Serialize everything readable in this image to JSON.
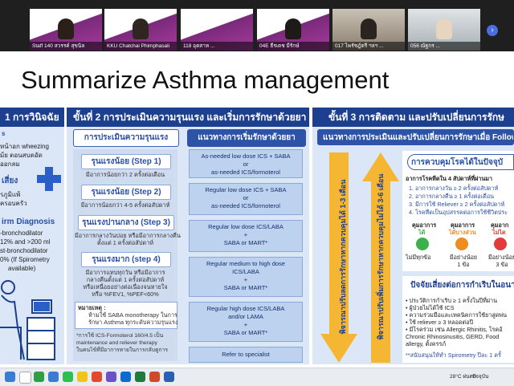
{
  "video_strip": {
    "participants": [
      {
        "name": "Staff 140 สวรรค์ สุขนิล"
      },
      {
        "name": "KKU Chatchai Phimphasali"
      },
      {
        "name": "118 อุตสาห ..."
      },
      {
        "name": "04E ธีรเดช มีรักษ์"
      },
      {
        "name": "017 ไพรัชฎ์ตรี ฯลฯ ..."
      },
      {
        "name": "056 ณัฐกร ..."
      }
    ],
    "next_icon": "›"
  },
  "slide": {
    "title": "Summarize Asthma management",
    "steps": {
      "step1": "1 การวินิจฉัย",
      "step2": "ขั้นที่ 2 การประเมินความรุนแรง และเริ่มการรักษาด้วยยา",
      "step3": "ขั้นที่ 3 การติดตาม และปรับเปลี่ยนการรักษ"
    },
    "step1_panel": {
      "items": [
        "s",
        "หน้าอก wheezing",
        "ม้ย ตอนสบดอัด",
        "ออกลม",
        "เสี่ยง",
        "รภูมิแพ้",
        "ครอบครัว"
      ],
      "diagnosis_title": "irm Diagnosis",
      "diagnosis_lines": [
        "-bronchodilator",
        "12% and >200 ml",
        "st-bronchodilator",
        "0% (If Spirometry",
        "available)"
      ]
    },
    "step2_panel": {
      "severity_header": "การประเมินความรุนแรง",
      "treatment_header": "แนวทางการเริ่มรักษาด้วยยา",
      "severity_levels": [
        {
          "label": "รุนแรงน้อย (Step 1)",
          "desc": [
            "มีอาการน้อยกว่า 2 ครั้งต่อเดือน"
          ]
        },
        {
          "label": "รุนแรงน้อย (Step 2)",
          "desc": [
            "มีอาการน้อยกว่า 4-5 ครั้งต่อสัปดาห์"
          ]
        },
        {
          "label": "รุนแรงปานกลาง (Step 3)",
          "desc": [
            "มีอาการกลางวันบ่อย หรือมีอาการกลางคืน",
            "ตั้งแต่ 1 ครั้งต่อสัปดาห์"
          ]
        },
        {
          "label": "รุนแรงมาก (step 4)",
          "desc": [
            "มีอาการแทบทุกวัน หรือมีอาการ",
            "กลางคืนตั้งแต่ 1 ครั้งต่อสัปดาห์",
            "หรือเหนื่อยอย่างต่อเนื่องจนหายใจ",
            "หรือ %FEV1, %PEF<60%"
          ]
        }
      ],
      "note_title": "หมายเหตุ :",
      "note_lines": [
        "ห้ามใช้ SABA monotherapy ในการ",
        "รักษา Asthma ทุกระดับความรุนแรง"
      ],
      "footnote": [
        "*การใช้ ICS-Formoterol 160/4.5 เป็น",
        "maintenance and reliever therapy",
        "ในคนไข้ที่มีอาการหายในการกลับดูการ"
      ],
      "treatments": [
        [
          "As-needed low dose ICS + SABA",
          "or",
          "as-needed ICS/formoterol"
        ],
        [
          "Regular low dose ICS + SABA",
          "or",
          "as-needed ICS/formoterol"
        ],
        [
          "Regular low dose ICS/LABA",
          "+",
          "SABA or MART*"
        ],
        [
          "Regular medium to high dose",
          "ICS/LABA",
          "+",
          "SABA or MART*"
        ],
        [
          "Regular high dose ICS/LABA",
          "and/or LAMA",
          "+",
          "SABA or MART*"
        ],
        [
          "Refer to specialist"
        ]
      ]
    },
    "step3_panel": {
      "header": "แนวทางการประเมินและปรับเปลี่ยนการรักษาเมื่อ Follow",
      "arrow_down_text": "พิจารณาปรับลดการรักษาหากควบคุมได้ 1-3 เดือน",
      "arrow_up_text": "พิจารณาปรับเพิ่มการรักษาหากควบคุมไม่ได้ 3-6 เดือน",
      "control_header": "การควบคุมโรคได้ในปัจจุบั",
      "control_subheader": "อาการโรคหืดใน 4 สัปดาห์ที่ผ่านมา",
      "control_items": [
        "1. อาการกลางวัน ≥ 2 ครั้งต่อสัปดาห์",
        "2. อาการกลางคืน ≥ 1 ครั้งต่อเดือน",
        "3. มีการใช้ Reliever ≥ 2 ครั้งต่อสัปดาห์",
        "4. โรคหืดเป็นอุปสรรคต่อการใช้ชีวิตประ"
      ],
      "control_levels": [
        {
          "title": "คุมอาการ",
          "status": "ได้",
          "detail": "ไม่มีทุกข้อ",
          "color": "#3cb04a"
        },
        {
          "title": "คุมอาการ",
          "status": "ได้บางส่วน",
          "detail": "มีอย่างน้อย 1 ข้อ",
          "color": "#f08c1e"
        },
        {
          "title": "คุมอาก",
          "status": "ไม่ได",
          "detail": "มีอย่างน้อย 3 ข้อ",
          "color": "#e23b3b"
        }
      ],
      "risk_header": "ปัจจัยเสี่ยงต่อการกำเริบในอนา",
      "risk_items": [
        "• ประวัติการกำเริบ ≥ 1 ครั้งในปีที่ผ่าน",
        "• ผู้ป่วยไม่ได้ใช้ ICS",
        "• ความร่วมมือและเทคนิคการใช้ยาสูดพ่น",
        "• ใช้ reliever ≥ 3 หลอดต่อปี",
        "• มีโรคร่วม เช่น Allergic Rhinitis, โรคอ้",
        "  Chronic Rhinosinusitis, GERD, Food",
        "  allergy, ตั้งครรภ์"
      ],
      "footnote": "**สนับสนุนให้ทำ Spirometry ปีละ 1 ครั้"
    }
  },
  "taskbar": {
    "weather": "28°C ฝนตก",
    "clock": "ปัจจุบัน"
  }
}
